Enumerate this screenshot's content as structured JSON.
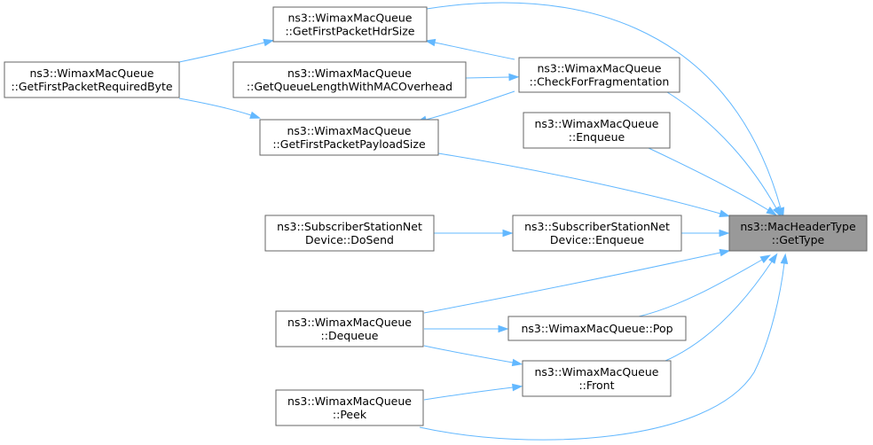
{
  "diagram": {
    "nodes": [
      {
        "id": "gettype",
        "lines": [
          "ns3::MacHeaderType",
          "::GetType"
        ],
        "focus": true
      },
      {
        "id": "hdrsize",
        "lines": [
          "ns3::WimaxMacQueue",
          "::GetFirstPacketHdrSize"
        ]
      },
      {
        "id": "reqbyte",
        "lines": [
          "ns3::WimaxMacQueue",
          "::GetFirstPacketRequiredByte"
        ]
      },
      {
        "id": "qlen",
        "lines": [
          "ns3::WimaxMacQueue",
          "::GetQueueLengthWithMACOverhead"
        ]
      },
      {
        "id": "frag",
        "lines": [
          "ns3::WimaxMacQueue",
          "::CheckForFragmentation"
        ]
      },
      {
        "id": "payload",
        "lines": [
          "ns3::WimaxMacQueue",
          "::GetFirstPacketPayloadSize"
        ]
      },
      {
        "id": "enq",
        "lines": [
          "ns3::WimaxMacQueue",
          "::Enqueue"
        ]
      },
      {
        "id": "dosend",
        "lines": [
          "ns3::SubscriberStationNet",
          "Device::DoSend"
        ]
      },
      {
        "id": "ssenq",
        "lines": [
          "ns3::SubscriberStationNet",
          "Device::Enqueue"
        ]
      },
      {
        "id": "deq",
        "lines": [
          "ns3::WimaxMacQueue",
          "::Dequeue"
        ]
      },
      {
        "id": "pop",
        "lines": [
          "ns3::WimaxMacQueue::Pop"
        ]
      },
      {
        "id": "front",
        "lines": [
          "ns3::WimaxMacQueue",
          "::Front"
        ]
      },
      {
        "id": "peek",
        "lines": [
          "ns3::WimaxMacQueue",
          "::Peek"
        ]
      }
    ],
    "edges": [
      {
        "from": "hdrsize",
        "to": "gettype"
      },
      {
        "from": "frag",
        "to": "gettype"
      },
      {
        "from": "enq",
        "to": "gettype"
      },
      {
        "from": "payload",
        "to": "gettype"
      },
      {
        "from": "ssenq",
        "to": "gettype"
      },
      {
        "from": "deq",
        "to": "gettype"
      },
      {
        "from": "pop",
        "to": "gettype"
      },
      {
        "from": "front",
        "to": "gettype"
      },
      {
        "from": "peek",
        "to": "gettype"
      },
      {
        "from": "frag",
        "to": "hdrsize"
      },
      {
        "from": "frag",
        "to": "payload"
      },
      {
        "from": "qlen",
        "to": "frag"
      },
      {
        "from": "hdrsize",
        "to": "reqbyte"
      },
      {
        "from": "payload",
        "to": "reqbyte"
      },
      {
        "from": "dosend",
        "to": "ssenq"
      },
      {
        "from": "pop",
        "to": "deq"
      },
      {
        "from": "front",
        "to": "deq"
      },
      {
        "from": "front",
        "to": "peek"
      }
    ]
  }
}
